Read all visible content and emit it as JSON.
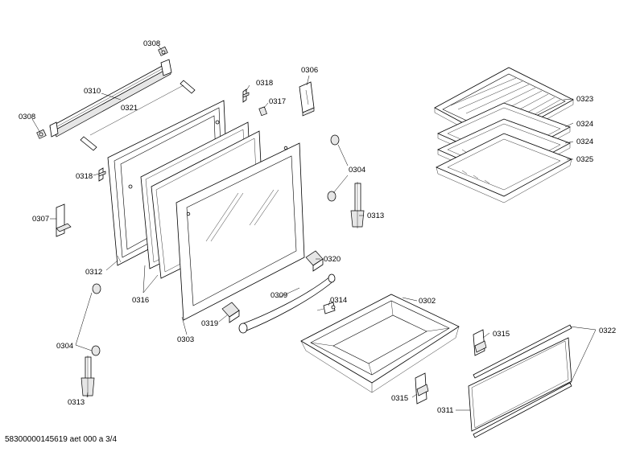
{
  "footer": {
    "text": "58300000145619 aet 000 a 3/4"
  },
  "labels": {
    "p0308_top": "0308",
    "p0310": "0310",
    "p0321": "0321",
    "p0308_left": "0308",
    "p0318_top": "0318",
    "p0317": "0317",
    "p0306": "0306",
    "p0318_left": "0318",
    "p0307": "0307",
    "p0304_right": "0304",
    "p0313_right": "0313",
    "p0312": "0312",
    "p0316": "0316",
    "p0320": "0320",
    "p0309": "0309",
    "p0314": "0314",
    "p0302": "0302",
    "p0319": "0319",
    "p0303": "0303",
    "p0304_left": "0304",
    "p0313_left": "0313",
    "p0315_right": "0315",
    "p0315_bottom": "0315",
    "p0322": "0322",
    "p0311": "0311",
    "p0323": "0323",
    "p0324_a": "0324",
    "p0324_b": "0324",
    "p0325": "0325"
  }
}
